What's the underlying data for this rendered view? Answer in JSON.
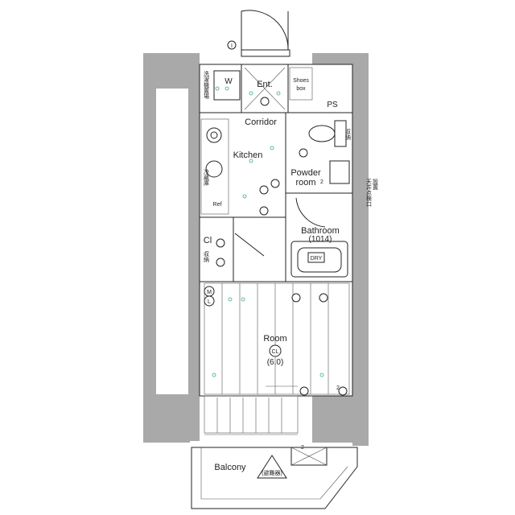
{
  "rooms": {
    "entrance": "Ent.",
    "washer": "W",
    "shoes_box_line1": "Shoes",
    "shoes_box_line2": "box",
    "pipe_space": "PS",
    "corridor": "Corridor",
    "kitchen": "Kitchen",
    "powder_room_line1": "Powder",
    "powder_room_line2": "room",
    "refrigerator": "Ref",
    "closet": "Cl",
    "bathroom": "Bathroom",
    "bathroom_size": "(1014)",
    "room": "Room",
    "room_cl": "CL",
    "room_size": "(6.0)",
    "balcony": "Balcony"
  },
  "marks": {
    "intercom": "I",
    "meter_m": "M",
    "meter_l": "L",
    "dry": "DRY",
    "balcony_note": "(避難器)",
    "count_2a": "2",
    "count_2b": "2",
    "count_2c": "2"
  },
  "vertical_notes": {
    "washer_side": "洗濯機置場",
    "powder_side": "収納",
    "kitchen_side": "冷蔵庫",
    "closet_side": "収納",
    "right_side": "天井点検口",
    "right_side2": "設置"
  },
  "colors": {
    "wall": "#a9a9a9",
    "line": "#222222",
    "fixture_dot": "#3aa98a"
  }
}
